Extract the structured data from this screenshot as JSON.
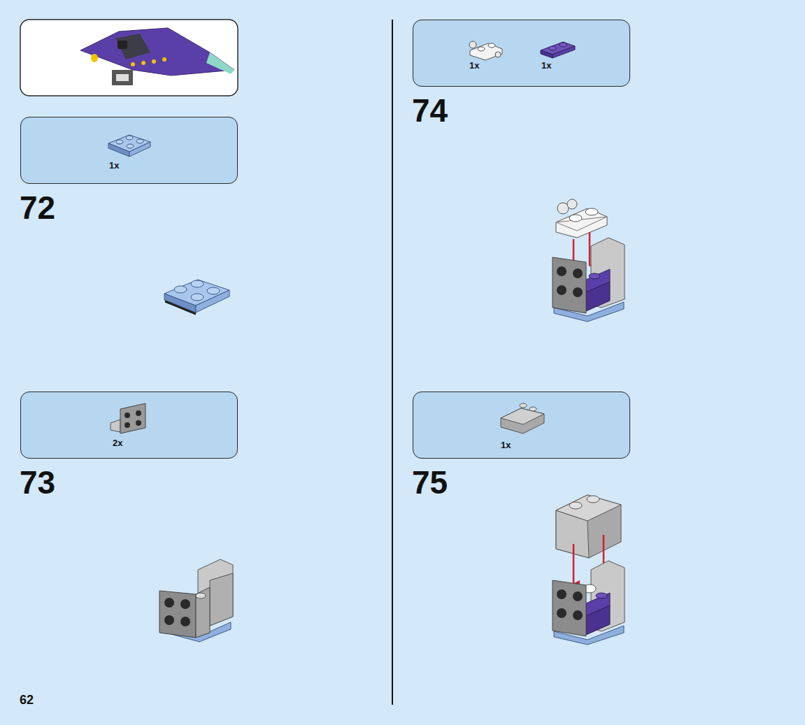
{
  "diagram": {
    "nodes": [
      {
        "text": [
          "1x"
        ]
      },
      {
        "text": [
          "2x"
        ]
      },
      {
        "text": [
          "1x",
          "1x"
        ]
      },
      {
        "text": [
          "1x"
        ]
      }
    ],
    "labels": [
      "72",
      "73",
      "74",
      "75",
      "62"
    ]
  }
}
